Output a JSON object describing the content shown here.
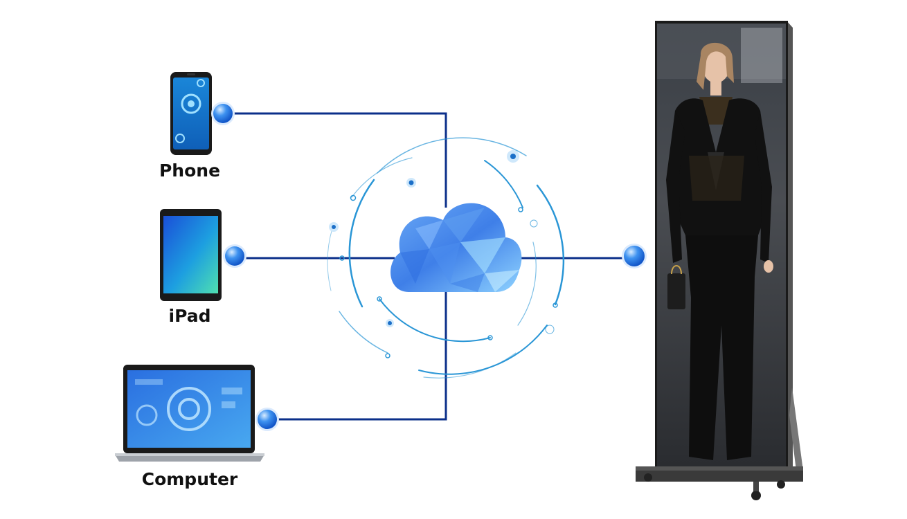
{
  "devices": [
    {
      "id": "phone",
      "label": "Phone",
      "icon": "phone-icon"
    },
    {
      "id": "ipad",
      "label": "iPad",
      "icon": "tablet-icon"
    },
    {
      "id": "computer",
      "label": "Computer",
      "icon": "laptop-icon"
    }
  ],
  "hub": {
    "icon": "cloud-icon"
  },
  "target": {
    "icon": "led-poster-display-icon"
  },
  "colors": {
    "line": "#0b2f8a",
    "node": "#2a7de8",
    "cloud_light": "#9fd0ff",
    "cloud_dark": "#2f6fe0",
    "ring": "#2a96d6",
    "display_frame": "#2a2a2a"
  }
}
